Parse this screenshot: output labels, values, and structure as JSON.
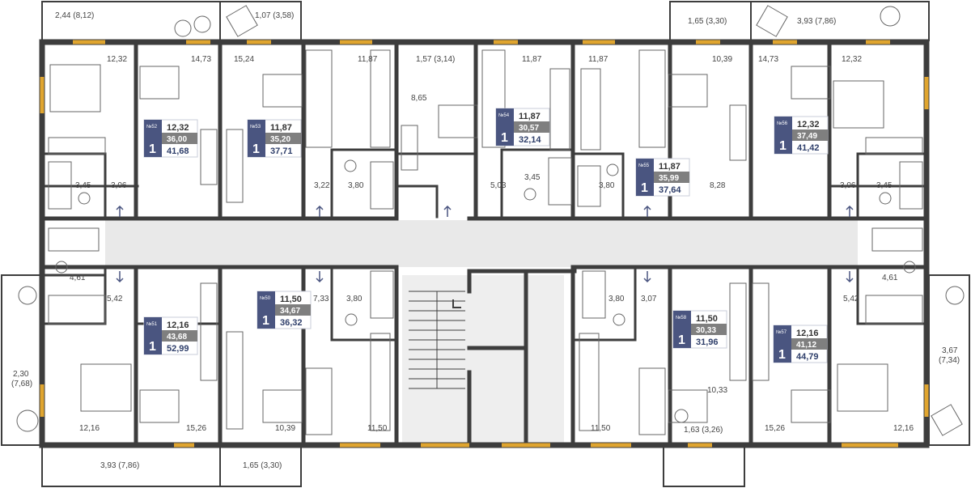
{
  "colors": {
    "wall": "#3d3d3d",
    "window": "#e0a52f",
    "corridor": "#e9e9e9",
    "badge_dark": "#4a5580",
    "badge_grey": "#7f7f7f",
    "fixture": "#666666",
    "arrow": "#4a5580"
  },
  "apartments": [
    {
      "num": "№52",
      "rooms": "1",
      "area_living": "12,32",
      "area_total_net": "36,00",
      "area_total": "41,68"
    },
    {
      "num": "№53",
      "rooms": "1",
      "area_living": "11,87",
      "area_total_net": "35,20",
      "area_total": "37,71"
    },
    {
      "num": "№54",
      "rooms": "1",
      "area_living": "11,87",
      "area_total_net": "30,57",
      "area_total": "32,14"
    },
    {
      "num": "№55",
      "rooms": "1",
      "area_living": "11,87",
      "area_total_net": "35,99",
      "area_total": "37,64"
    },
    {
      "num": "№56",
      "rooms": "1",
      "area_living": "12,32",
      "area_total_net": "37,49",
      "area_total": "41,42"
    },
    {
      "num": "№51",
      "rooms": "1",
      "area_living": "12,16",
      "area_total_net": "43,68",
      "area_total": "52,99"
    },
    {
      "num": "№50",
      "rooms": "1",
      "area_living": "11,50",
      "area_total_net": "34,67",
      "area_total": "36,32"
    },
    {
      "num": "№58",
      "rooms": "1",
      "area_living": "11,50",
      "area_total_net": "30,33",
      "area_total": "31,96"
    },
    {
      "num": "№57",
      "rooms": "1",
      "area_living": "12,16",
      "area_total_net": "41,12",
      "area_total": "44,79"
    }
  ],
  "room_labels": [
    "2,44 (8,12)",
    "1,07 (3,58)",
    "1,65 (3,30)",
    "3,93 (7,86)",
    "12,32",
    "14,73",
    "15,24",
    "11,87",
    "1,57 (3,14)",
    "11,87",
    "11,87",
    "10,39",
    "14,73",
    "12,32",
    "8,65",
    "3,45",
    "3,06",
    "3,22",
    "3,80",
    "5,03",
    "3,45",
    "3,80",
    "8,28",
    "3,06",
    "3,45",
    "4,61",
    "5,42",
    "7,33",
    "3,80",
    "3,80",
    "3,07",
    "5,42",
    "4,61",
    "2,30",
    "(7,68)",
    "3,67",
    "(7,34)",
    "12,16",
    "15,26",
    "10,39",
    "11,50",
    "11,50",
    "10,33",
    "15,26",
    "12,16",
    "3,93 (7,86)",
    "1,65 (3,30)",
    "1,63 (3,26)"
  ]
}
